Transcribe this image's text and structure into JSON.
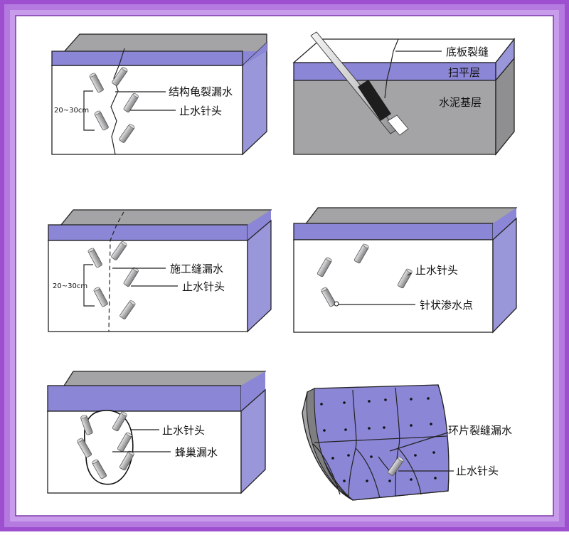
{
  "colors": {
    "frame_purple": "#9E4FCF",
    "frame_light": "#D7B6F0",
    "band_lavender": "#8B86D6",
    "side_lavender": "#9A96DA",
    "block_gray": "#A4A4A6",
    "front_white": "#FFFFFF",
    "ink": "#111111",
    "needle_gray": "#B9B9BB"
  },
  "panels": {
    "p1": {
      "crack_label": "结构龟裂漏水",
      "needle_label": "止水针头",
      "spacing": "20~30cm"
    },
    "p2": {
      "crack_label": "底板裂缝",
      "layer_top": "扫平层",
      "layer_base": "水泥基层"
    },
    "p3": {
      "joint_label": "施工缝漏水",
      "needle_label": "止水针头",
      "spacing": "20~30cm"
    },
    "p4": {
      "needle_label": "止水针头",
      "point_label": "针状渗水点"
    },
    "p5": {
      "needle_label": "止水针头",
      "honeycomb_label": "蜂巢漏水"
    },
    "p6": {
      "ring_label": "环片裂缝漏水",
      "needle_label": "止水针头"
    }
  }
}
